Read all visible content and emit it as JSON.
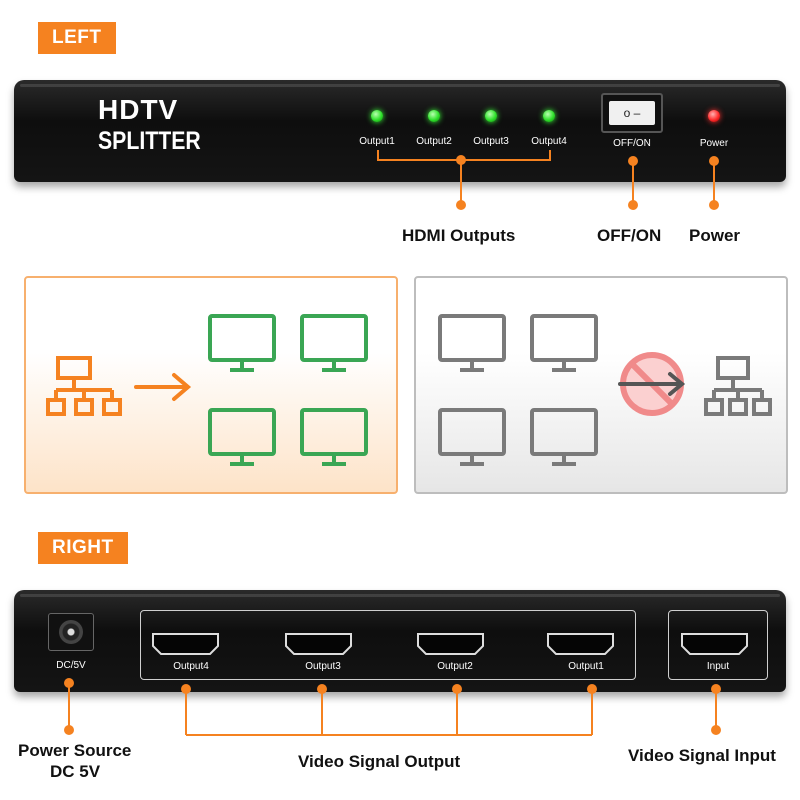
{
  "left_view": {
    "tag": "LEFT",
    "brand_line1": "HDTV",
    "brand_line2": "SPLITTER",
    "outputs": [
      "Output1",
      "Output2",
      "Output3",
      "Output4"
    ],
    "switch_symbols": "o  –",
    "switch_label": "OFF/ON",
    "power_label": "Power",
    "callouts": {
      "hdmi_outputs": "HDMI Outputs",
      "off_on": "OFF/ON",
      "power": "Power"
    },
    "led_colors": {
      "outputs": "#2ee02a",
      "power": "#ff2a2a"
    }
  },
  "diagram": {
    "supported": {
      "source_icon": "network-hub-icon",
      "target_icon": "monitor-icon",
      "target_count": 4,
      "color": "#f58220",
      "monitor_color": "#3aa654"
    },
    "unsupported": {
      "source_icon": "monitor-icon",
      "target_icon": "network-hub-icon",
      "source_count": 4,
      "color": "#7a7a7a",
      "prohibited_color": "#f08a8a"
    }
  },
  "right_view": {
    "tag": "RIGHT",
    "dc_label": "DC/5V",
    "port_labels": [
      "Output4",
      "Output3",
      "Output2",
      "Output1"
    ],
    "input_label": "Input",
    "callouts": {
      "power_source_line1": "Power Source",
      "power_source_line2": "DC 5V",
      "video_output": "Video Signal Output",
      "video_input": "Video Signal Input"
    }
  },
  "accent_color": "#f58220"
}
